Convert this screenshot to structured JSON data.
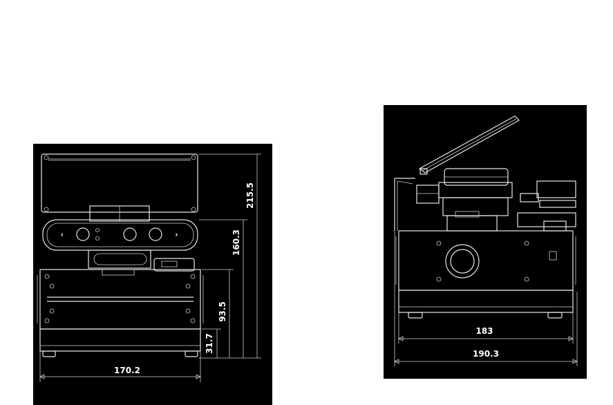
{
  "front_view": {
    "dimensions": {
      "total_height": "215.5",
      "camera_height": "160.3",
      "body_height": "93.5",
      "base_height": "31.7",
      "width": "170.2"
    }
  },
  "side_view": {
    "dimensions": {
      "inner_width": "183",
      "outer_width": "190.3"
    }
  },
  "colors": {
    "background": "#000000",
    "lines": "#e8e8e8",
    "page": "#ffffff"
  }
}
